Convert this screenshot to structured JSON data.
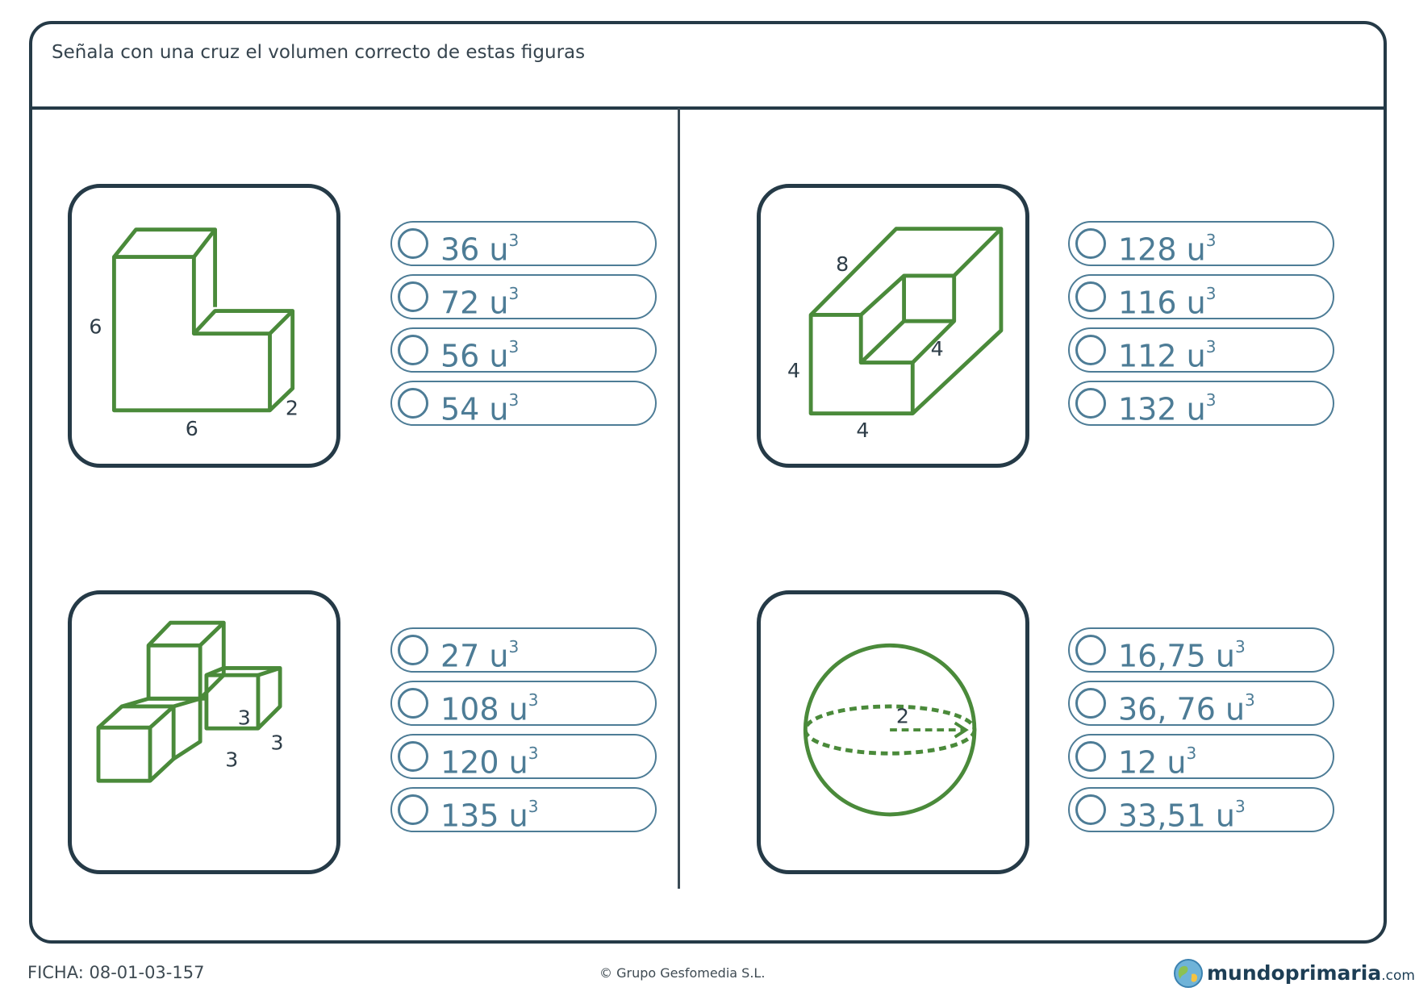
{
  "instruction": "Señala con una cruz el volumen correcto de estas figuras",
  "exercises": [
    {
      "figure": "l-shaped-prism",
      "dimensions": [
        "6",
        "6",
        "2"
      ],
      "options": [
        {
          "value": "36 u",
          "exp": "3"
        },
        {
          "value": "72 u",
          "exp": "3"
        },
        {
          "value": "56 u",
          "exp": "3"
        },
        {
          "value": "54 u",
          "exp": "3"
        }
      ]
    },
    {
      "figure": "hollow-prism",
      "dimensions": [
        "8",
        "4",
        "4",
        "4"
      ],
      "options": [
        {
          "value": "128 u",
          "exp": "3"
        },
        {
          "value": "116 u",
          "exp": "3"
        },
        {
          "value": "112 u",
          "exp": "3"
        },
        {
          "value": "132 u",
          "exp": "3"
        }
      ]
    },
    {
      "figure": "cube-stack",
      "dimensions": [
        "3",
        "3",
        "3"
      ],
      "options": [
        {
          "value": "27 u",
          "exp": "3"
        },
        {
          "value": "108 u",
          "exp": "3"
        },
        {
          "value": "120 u",
          "exp": "3"
        },
        {
          "value": "135 u",
          "exp": "3"
        }
      ]
    },
    {
      "figure": "sphere",
      "dimensions": [
        "2"
      ],
      "options": [
        {
          "value": "16,75 u",
          "exp": "3"
        },
        {
          "value": "36, 76 u",
          "exp": "3"
        },
        {
          "value": "12 u",
          "exp": "3"
        },
        {
          "value": "33,51 u",
          "exp": "3"
        }
      ]
    }
  ],
  "footer": {
    "code": "FICHA: 08-01-03-157",
    "copyright": "© Grupo Gesfomedia S.L.",
    "brand_name": "mundoprimaria",
    "brand_tld": ".com"
  },
  "colors": {
    "figure_stroke": "#4a8a3a",
    "option_border": "#4d7c96",
    "frame": "#253a47"
  }
}
